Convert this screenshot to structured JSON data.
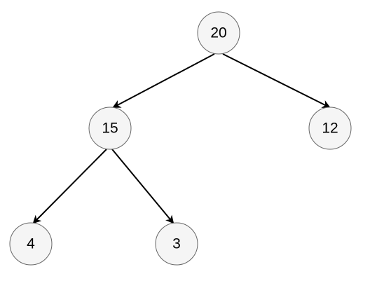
{
  "tree": {
    "nodes": [
      {
        "id": "n20",
        "label": "20"
      },
      {
        "id": "n15",
        "label": "15"
      },
      {
        "id": "n12",
        "label": "12"
      },
      {
        "id": "n4",
        "label": "4"
      },
      {
        "id": "n3",
        "label": "3"
      }
    ],
    "edges": [
      {
        "from": "n20",
        "to": "n15"
      },
      {
        "from": "n20",
        "to": "n12"
      },
      {
        "from": "n15",
        "to": "n4"
      },
      {
        "from": "n15",
        "to": "n3"
      }
    ],
    "colors": {
      "node_fill": "#f5f5f5",
      "node_stroke": "#666666",
      "edge": "#000000",
      "text": "#000000"
    }
  }
}
